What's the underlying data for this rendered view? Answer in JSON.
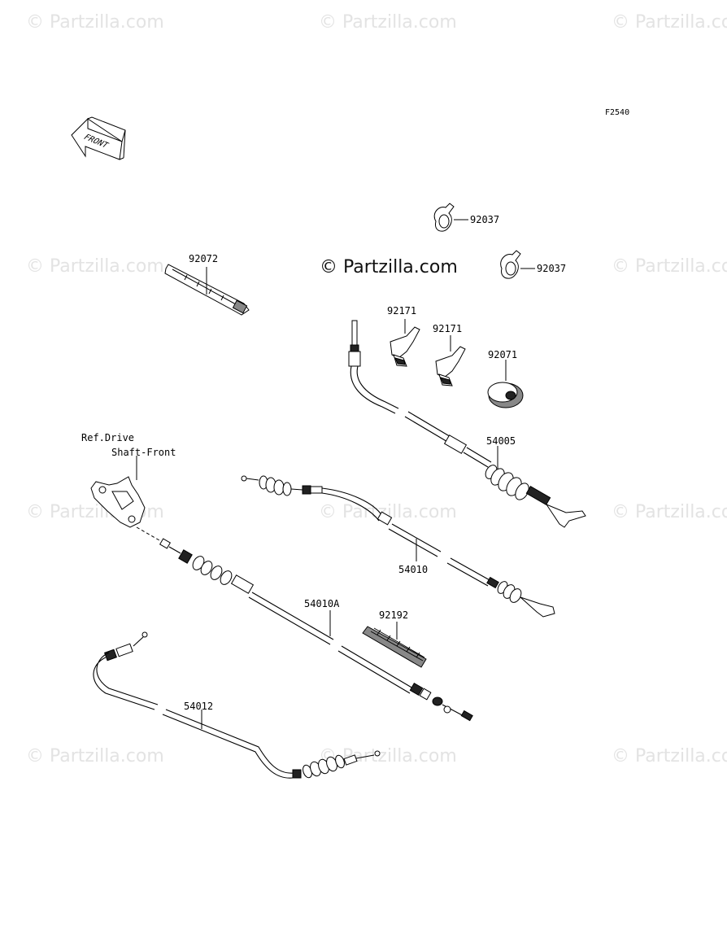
{
  "figure_code": "F2540",
  "watermark": "© Partzilla.com",
  "center_watermark": "© Partzilla.com",
  "front_arrow": {
    "label": "FRONT"
  },
  "reference_note": {
    "line1": "Ref.Drive",
    "line2": "Shaft-Front"
  },
  "parts": {
    "p92037a": "92037",
    "p92037b": "92037",
    "p92072": "92072",
    "p92171a": "92171",
    "p92171b": "92171",
    "p92071": "92071",
    "p54005": "54005",
    "p54010": "54010",
    "p54010A": "54010A",
    "p92192": "92192",
    "p54012": "54012"
  }
}
